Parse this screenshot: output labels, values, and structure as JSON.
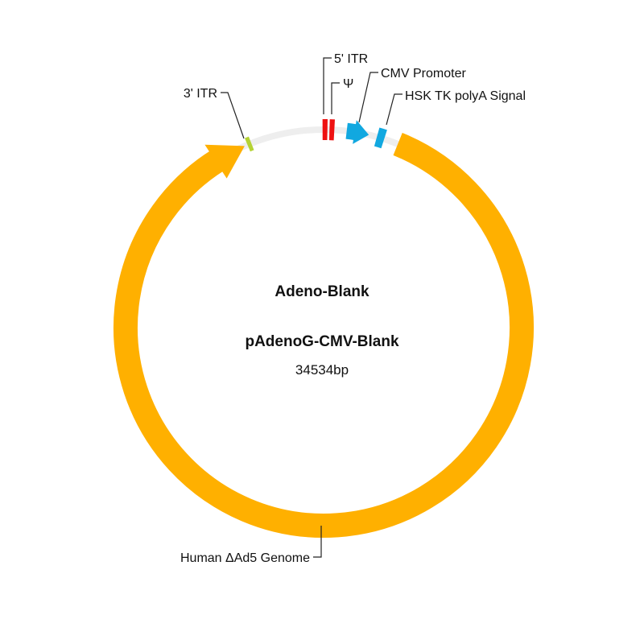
{
  "plasmid": {
    "name": "Adeno-Blank",
    "vector": "pAdenoG-CMV-Blank",
    "size_label": "34534bp"
  },
  "features": {
    "itr5": {
      "label": "5' ITR",
      "color": "#ee1111"
    },
    "psi": {
      "label": "Ψ",
      "color": "#ee1111"
    },
    "cmv": {
      "label": "CMV Promoter",
      "color": "#11a8e0"
    },
    "hsk": {
      "label": "HSK TK polyA Signal",
      "color": "#11a8e0"
    },
    "itr3": {
      "label": "3' ITR",
      "color": "#b5d334"
    },
    "genome": {
      "label": "Human ΔAd5 Genome",
      "color": "#ffb000"
    }
  },
  "colors": {
    "backbone": "#eeeeee",
    "text": "#111111"
  }
}
